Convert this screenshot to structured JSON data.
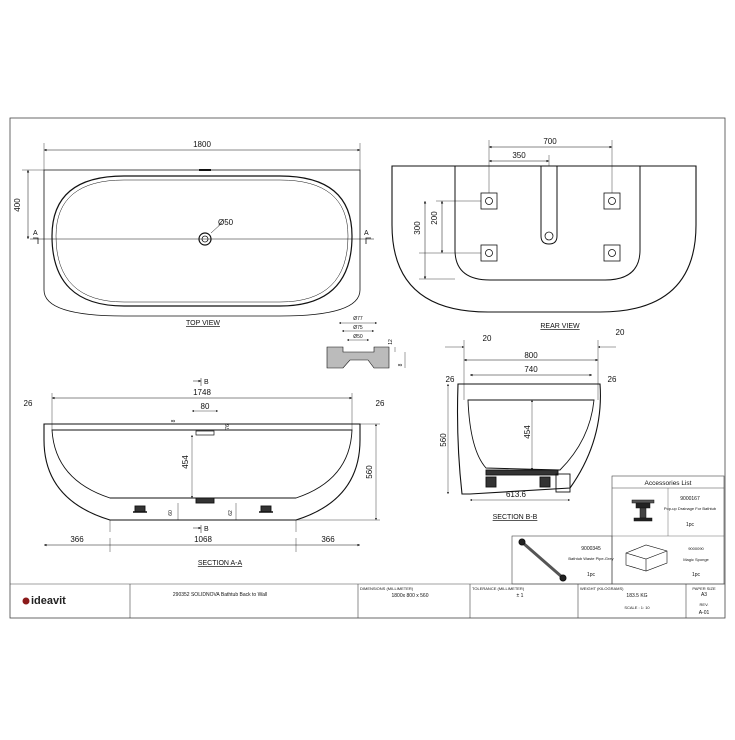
{
  "views": {
    "top": {
      "label": "TOP VIEW",
      "dims": {
        "length": "1800",
        "width": "400",
        "drain": "Ø50",
        "section_mark": "A"
      }
    },
    "rear": {
      "label": "REAR VIEW",
      "dims": {
        "total": "700",
        "half": "350",
        "v1": "200",
        "v2": "300"
      }
    },
    "detail": {
      "dims": {
        "d77": "Ø77",
        "d75": "Ø75",
        "d50": "Ø50",
        "h12": "12",
        "h8": "8"
      }
    },
    "section_aa": {
      "label": "SECTION A-A",
      "section_mark": "B",
      "dims": {
        "inner": "1748",
        "lip_l": "26",
        "lip_r": "26",
        "drain_w": "80",
        "drain_off": "8",
        "drain_d": "76",
        "depth": "454",
        "height": "560",
        "foot1": "60",
        "foot2": "62",
        "side_l": "366",
        "center": "1068",
        "side_r": "366"
      }
    },
    "section_bb": {
      "label": "SECTION B-B",
      "dims": {
        "top_l": "20",
        "top_r": "20",
        "outer": "800",
        "inner": "740",
        "lip_l": "26",
        "lip_r": "26",
        "height": "560",
        "depth": "454",
        "base": "613.6"
      }
    }
  },
  "accessories": {
    "title": "Accessories List",
    "items": [
      {
        "code": "9000167",
        "name": "Pop-up Drainage For Bathtub",
        "qty": "1pc"
      },
      {
        "code": "9000345",
        "name": "Bathtub Waste Pipe-Grey",
        "qty": "1pc"
      },
      {
        "code": "9000090",
        "name": "Magic Sponge",
        "qty": "1pc"
      }
    ]
  },
  "title_block": {
    "brand": "ideavit",
    "product": "290352 SOLIDNOVA Bathtub Back to Wall",
    "dimensions_label": "DIMENSIONS (MILLIMETER)",
    "dimensions_value": "1800x 800 x 560",
    "tolerance_label": "TOLERANCE (MILLIMETER)",
    "tolerance_value": "± 1",
    "weight_label": "WEIGHT (KILOGRAMS)",
    "weight_value": "183.5 KG",
    "paper_label": "PAPER SIZE",
    "paper_value": "A3",
    "scale": "SCALE : 1: 10",
    "rev_label": "REV.",
    "rev_value": "A-01"
  },
  "colors": {
    "line": "#111111",
    "frame": "#444444",
    "brand": "#8b1a1a"
  }
}
